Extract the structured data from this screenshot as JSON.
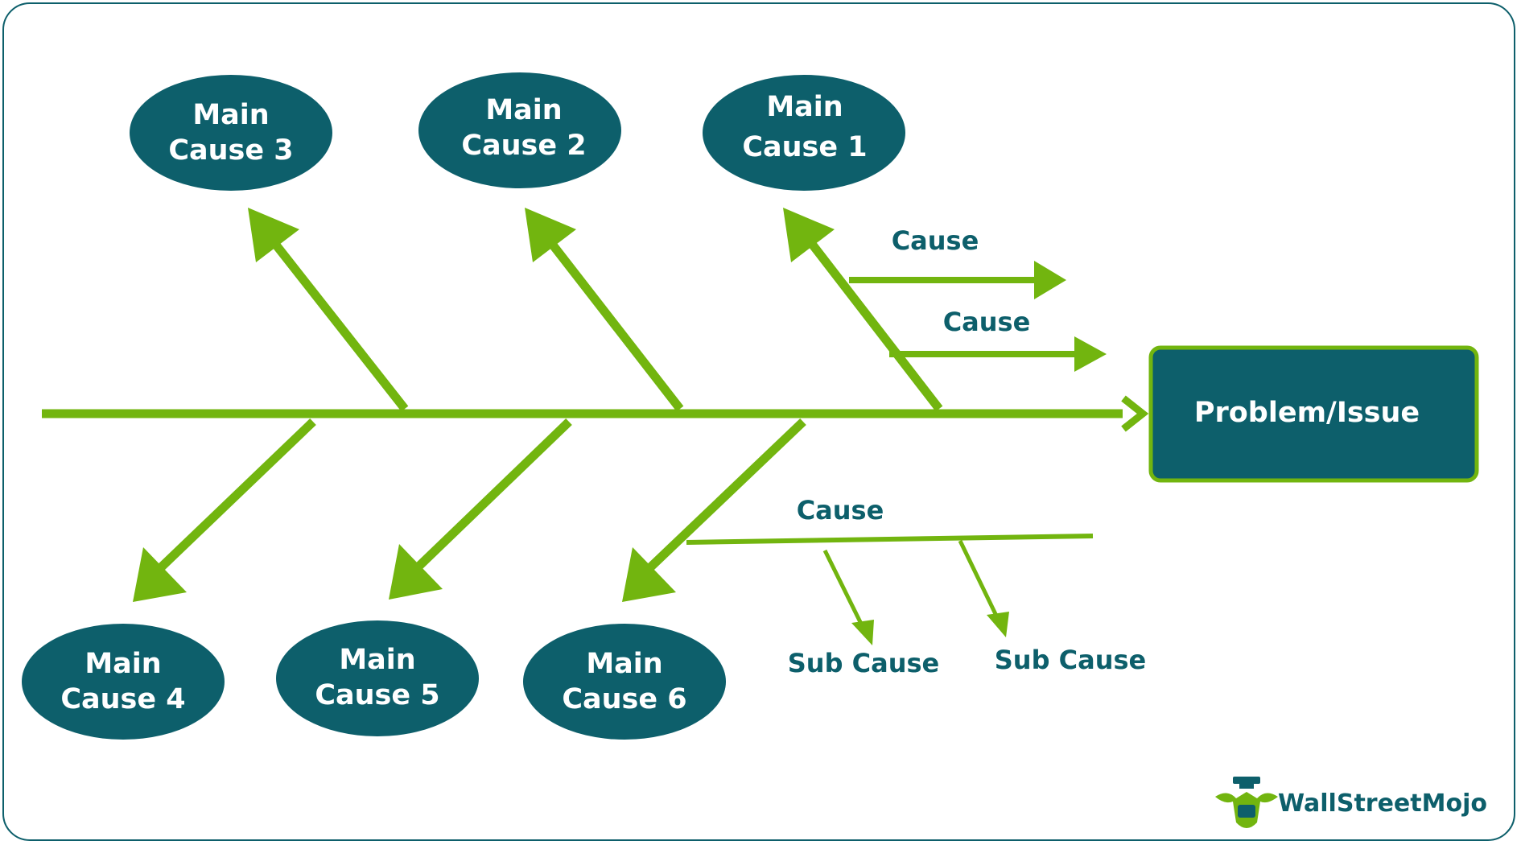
{
  "colors": {
    "accent_green": "#72b50f",
    "teal": "#0d5f6b",
    "frame": "#0d5f6b",
    "background": "#ffffff"
  },
  "problem": {
    "label": "Problem/Issue"
  },
  "main_causes": [
    {
      "id": "1",
      "line1": "Main",
      "line2": "Cause 1"
    },
    {
      "id": "2",
      "line1": "Main",
      "line2": "Cause 2"
    },
    {
      "id": "3",
      "line1": "Main",
      "line2": "Cause 3"
    },
    {
      "id": "4",
      "line1": "Main",
      "line2": "Cause 4"
    },
    {
      "id": "5",
      "line1": "Main",
      "line2": "Cause 5"
    },
    {
      "id": "6",
      "line1": "Main",
      "line2": "Cause 6"
    }
  ],
  "causes": [
    {
      "label": "Cause"
    },
    {
      "label": "Cause"
    },
    {
      "label": "Cause"
    }
  ],
  "sub_causes": [
    {
      "label": "Sub Cause"
    },
    {
      "label": "Sub Cause"
    }
  ],
  "brand": {
    "name": "WallStreetMojo",
    "icon": "bull-mascot-icon"
  }
}
